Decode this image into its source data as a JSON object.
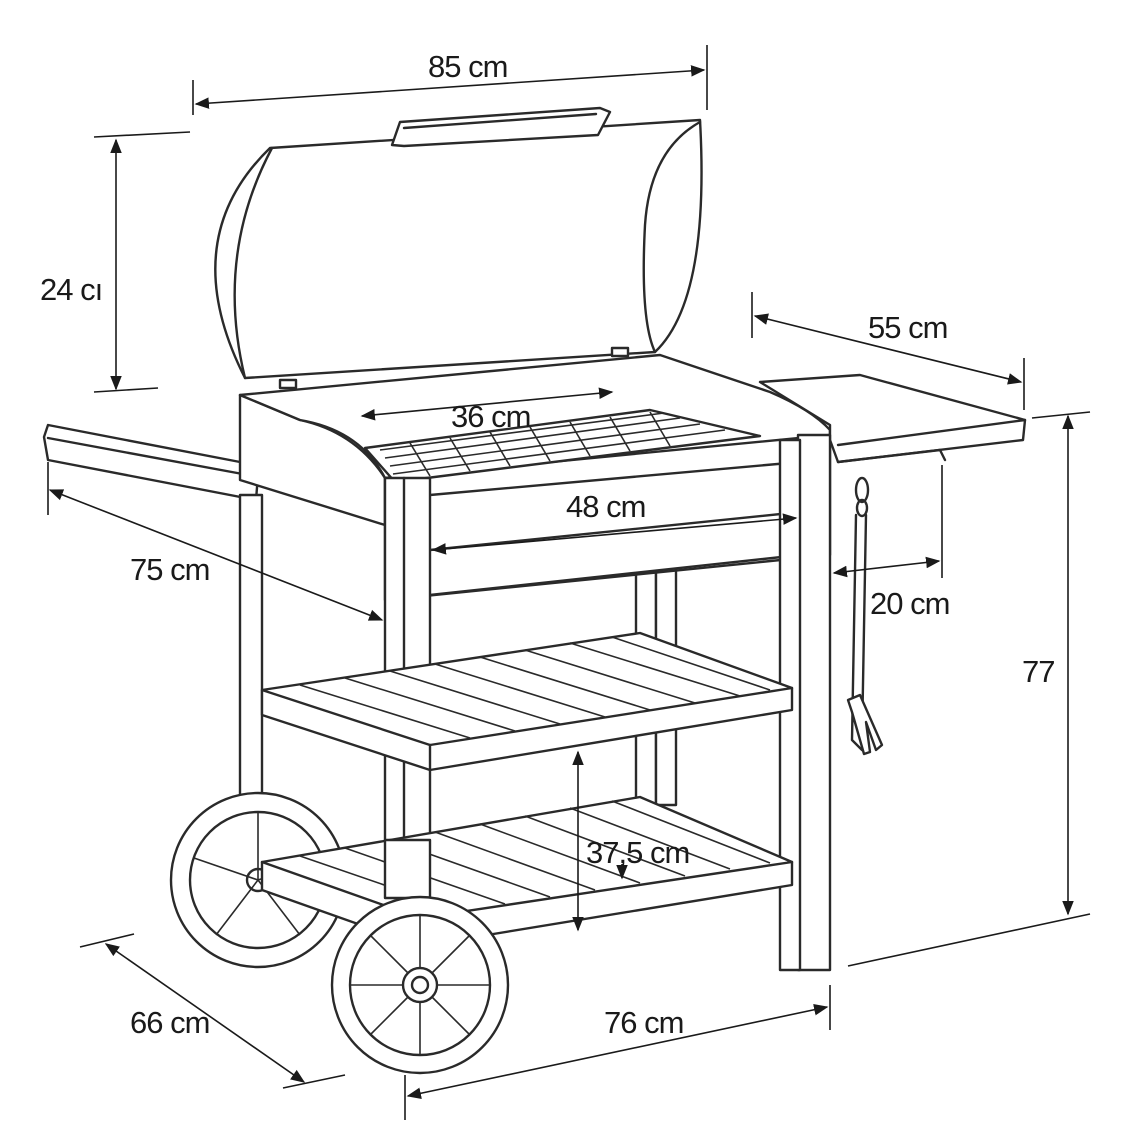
{
  "diagram": {
    "colors": {
      "line": "#2a2a2a",
      "background": "#ffffff"
    },
    "dimensions": {
      "overall_width": "85 cm",
      "lid_height": "24 cı",
      "side_shelf_width": "55 cm",
      "grill_depth": "36 cm",
      "grill_width": "48 cm",
      "left_shelf_length": "75 cm",
      "hook_gap": "20 cm",
      "total_height": "77",
      "shelf_gap": "37,5 cm",
      "base_depth": "66 cm",
      "base_width": "76 cm"
    }
  }
}
